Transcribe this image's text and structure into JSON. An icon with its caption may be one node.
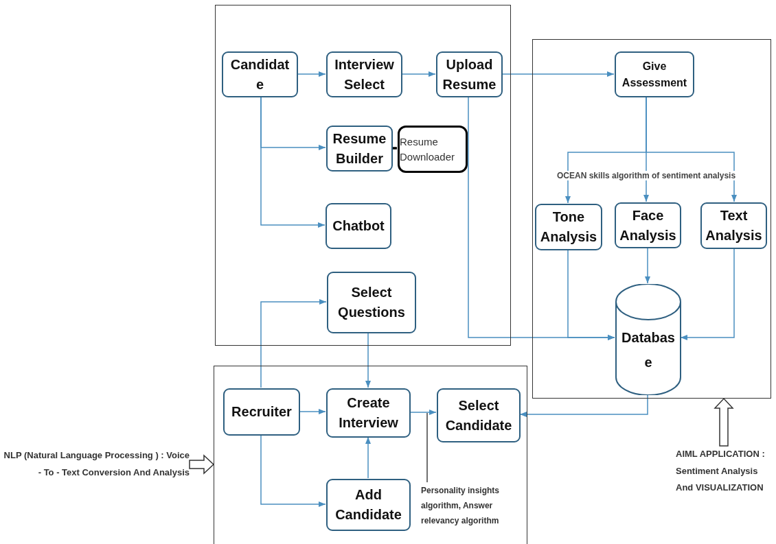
{
  "diagram": {
    "nodes": [
      {
        "text": [],
        "shape": "box"
      },
      {
        "text": [],
        "shape": "box"
      },
      {
        "text": [],
        "shape": "box"
      },
      {
        "text": [
          "Candidate"
        ],
        "in": 0
      },
      {
        "text": [
          "Interview Select"
        ],
        "in": 0
      },
      {
        "text": [
          "Upload Resume"
        ],
        "in": 0
      },
      {
        "text": [
          "Resume Builder"
        ],
        "in": 0
      },
      {
        "text": [
          "Resume Downloader"
        ],
        "in": 0
      },
      {
        "text": [
          "Chatbot"
        ],
        "in": 0
      },
      {
        "text": [
          "Select Questions"
        ],
        "in": 0
      },
      {
        "text": [
          "Give Assessment"
        ],
        "in": 1
      },
      {
        "text": [
          "Tone Analysis"
        ],
        "in": 1
      },
      {
        "text": [
          "Face Analysis"
        ],
        "in": 1
      },
      {
        "text": [
          "Text Analysis"
        ],
        "in": 1
      },
      {
        "text": [
          "Database"
        ],
        "in": 1
      },
      {
        "text": [
          "Recruiter"
        ],
        "in": 2
      },
      {
        "text": [
          "Create Interview"
        ],
        "in": 2
      },
      {
        "text": [
          "Select Candidate"
        ],
        "in": 2
      },
      {
        "text": [
          "Add Candidate"
        ],
        "in": 2
      },
      {
        "text": [
          "Personality insights algorithm, Answer relevancy algorithm"
        ],
        "in": 2
      },
      {
        "text": [
          "NLP (Natural Language Processing ) : Voice - To - Text Conversion And Analysis"
        ]
      },
      {
        "text": [
          "AIML APPLICATION : Sentiment Analysis And VISUALIZATION"
        ]
      }
    ],
    "edges": [
      {
        "from": 3,
        "to": 4,
        "arrow": "to"
      },
      {
        "from": 4,
        "to": 5,
        "arrow": "to"
      },
      {
        "from": 5,
        "to": 10,
        "arrow": "to"
      },
      {
        "from": 3,
        "to": 6,
        "arrow": "to"
      },
      {
        "from": 3,
        "to": 8,
        "arrow": "to"
      },
      {
        "from": 6,
        "to": 7,
        "arrow": "none",
        "style": "thick",
        "color": "#000000"
      },
      {
        "from": 5,
        "to": 14,
        "arrow": "to"
      },
      {
        "from": 10,
        "to": 11,
        "arrow": "to"
      },
      {
        "from": 10,
        "to": 12,
        "arrow": "to",
        "label": "OCEAN skills algorithm of sentiment analysis"
      },
      {
        "from": 10,
        "to": 13,
        "arrow": "to"
      },
      {
        "from": 11,
        "to": 14,
        "arrow": "to"
      },
      {
        "from": 12,
        "to": 14,
        "arrow": "to"
      },
      {
        "from": 13,
        "to": 14,
        "arrow": "to"
      },
      {
        "from": 14,
        "to": 17,
        "arrow": "to"
      },
      {
        "from": 9,
        "to": 16,
        "arrow": "to"
      },
      {
        "from": 15,
        "to": 9,
        "arrow": "to"
      },
      {
        "from": 15,
        "to": 16,
        "arrow": "to"
      },
      {
        "from": 15,
        "to": 18,
        "arrow": "to"
      },
      {
        "from": 18,
        "to": 16,
        "arrow": "to"
      },
      {
        "from": 16,
        "to": 17,
        "arrow": "to"
      },
      {
        "from": 19,
        "to": null,
        "arrow": "none",
        "color": "#404040"
      },
      {
        "from": 20,
        "to": 2,
        "arrow": "to",
        "style": "thick",
        "color": "#333333"
      },
      {
        "from": 21,
        "to": 1,
        "arrow": "to",
        "style": "thick",
        "color": "#333333"
      }
    ]
  }
}
